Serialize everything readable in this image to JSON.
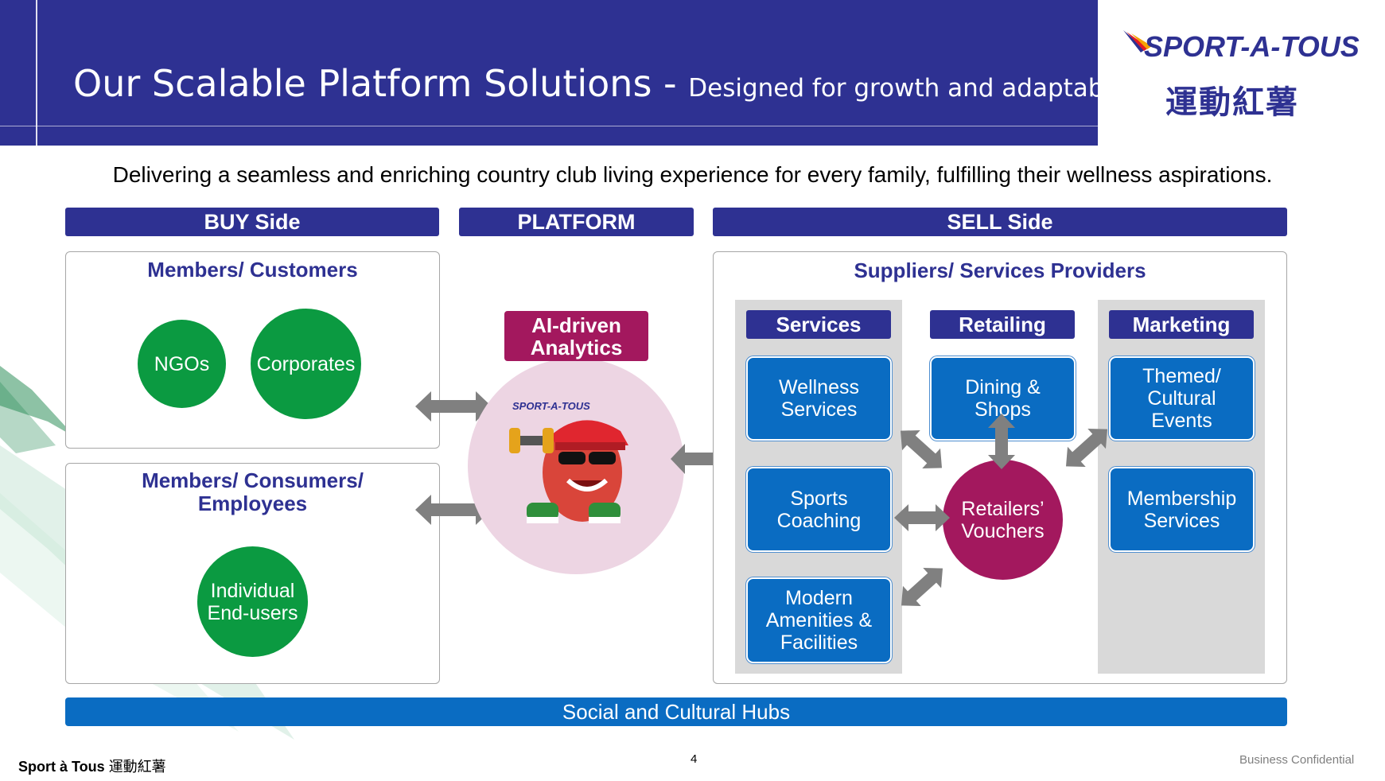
{
  "header": {
    "title_main": "Our Scalable Platform Solutions - ",
    "title_sub": "Designed for growth and adaptability"
  },
  "logo": {
    "brand": "SPORT-A-TOUS",
    "brand_cjk": "運動紅薯"
  },
  "tagline": "Delivering a seamless and enriching country club living experience for every family, fulfilling their wellness aspirations.",
  "sections": {
    "buy": "BUY Side",
    "platform": "PLATFORM",
    "sell": "SELL Side"
  },
  "buy_side": {
    "panel1_title": "Members/ Customers",
    "panel1_items": [
      "NGOs",
      "Corporates"
    ],
    "panel2_title_line1": "Members/ Consumers/",
    "panel2_title_line2": "Employees",
    "panel2_item_line1": "Individual",
    "panel2_item_line2": "End-users"
  },
  "platform": {
    "ai_line1": "AI-driven",
    "ai_line2": "Analytics",
    "mascot_label": "SPORT-A-TOUS"
  },
  "sell_side": {
    "panel_title": "Suppliers/ Services Providers",
    "columns": {
      "services": "Services",
      "retailing": "Retailing",
      "marketing": "Marketing"
    },
    "services": {
      "wellness": [
        "Wellness",
        "Services"
      ],
      "sports": [
        "Sports",
        "Coaching"
      ],
      "amenities": [
        "Modern",
        "Amenities &",
        "Facilities"
      ]
    },
    "retailing": {
      "dining": [
        "Dining &",
        "Shops"
      ],
      "vouchers": [
        "Retailers’",
        "Vouchers"
      ]
    },
    "marketing": {
      "events": [
        "Themed/",
        "Cultural",
        "Events"
      ],
      "membership": [
        "Membership",
        "Services"
      ]
    }
  },
  "hubs": "Social and Cultural Hubs",
  "footer": {
    "left_brand": "Sport à Tous",
    "left_cjk": "運動紅薯",
    "page": "4",
    "right": "Business Confidential"
  },
  "colors": {
    "navy": "#2e3192",
    "green": "#0b9a41",
    "magenta": "#a3185e",
    "blue": "#0a6cc2",
    "gray": "#d9d9d9"
  }
}
